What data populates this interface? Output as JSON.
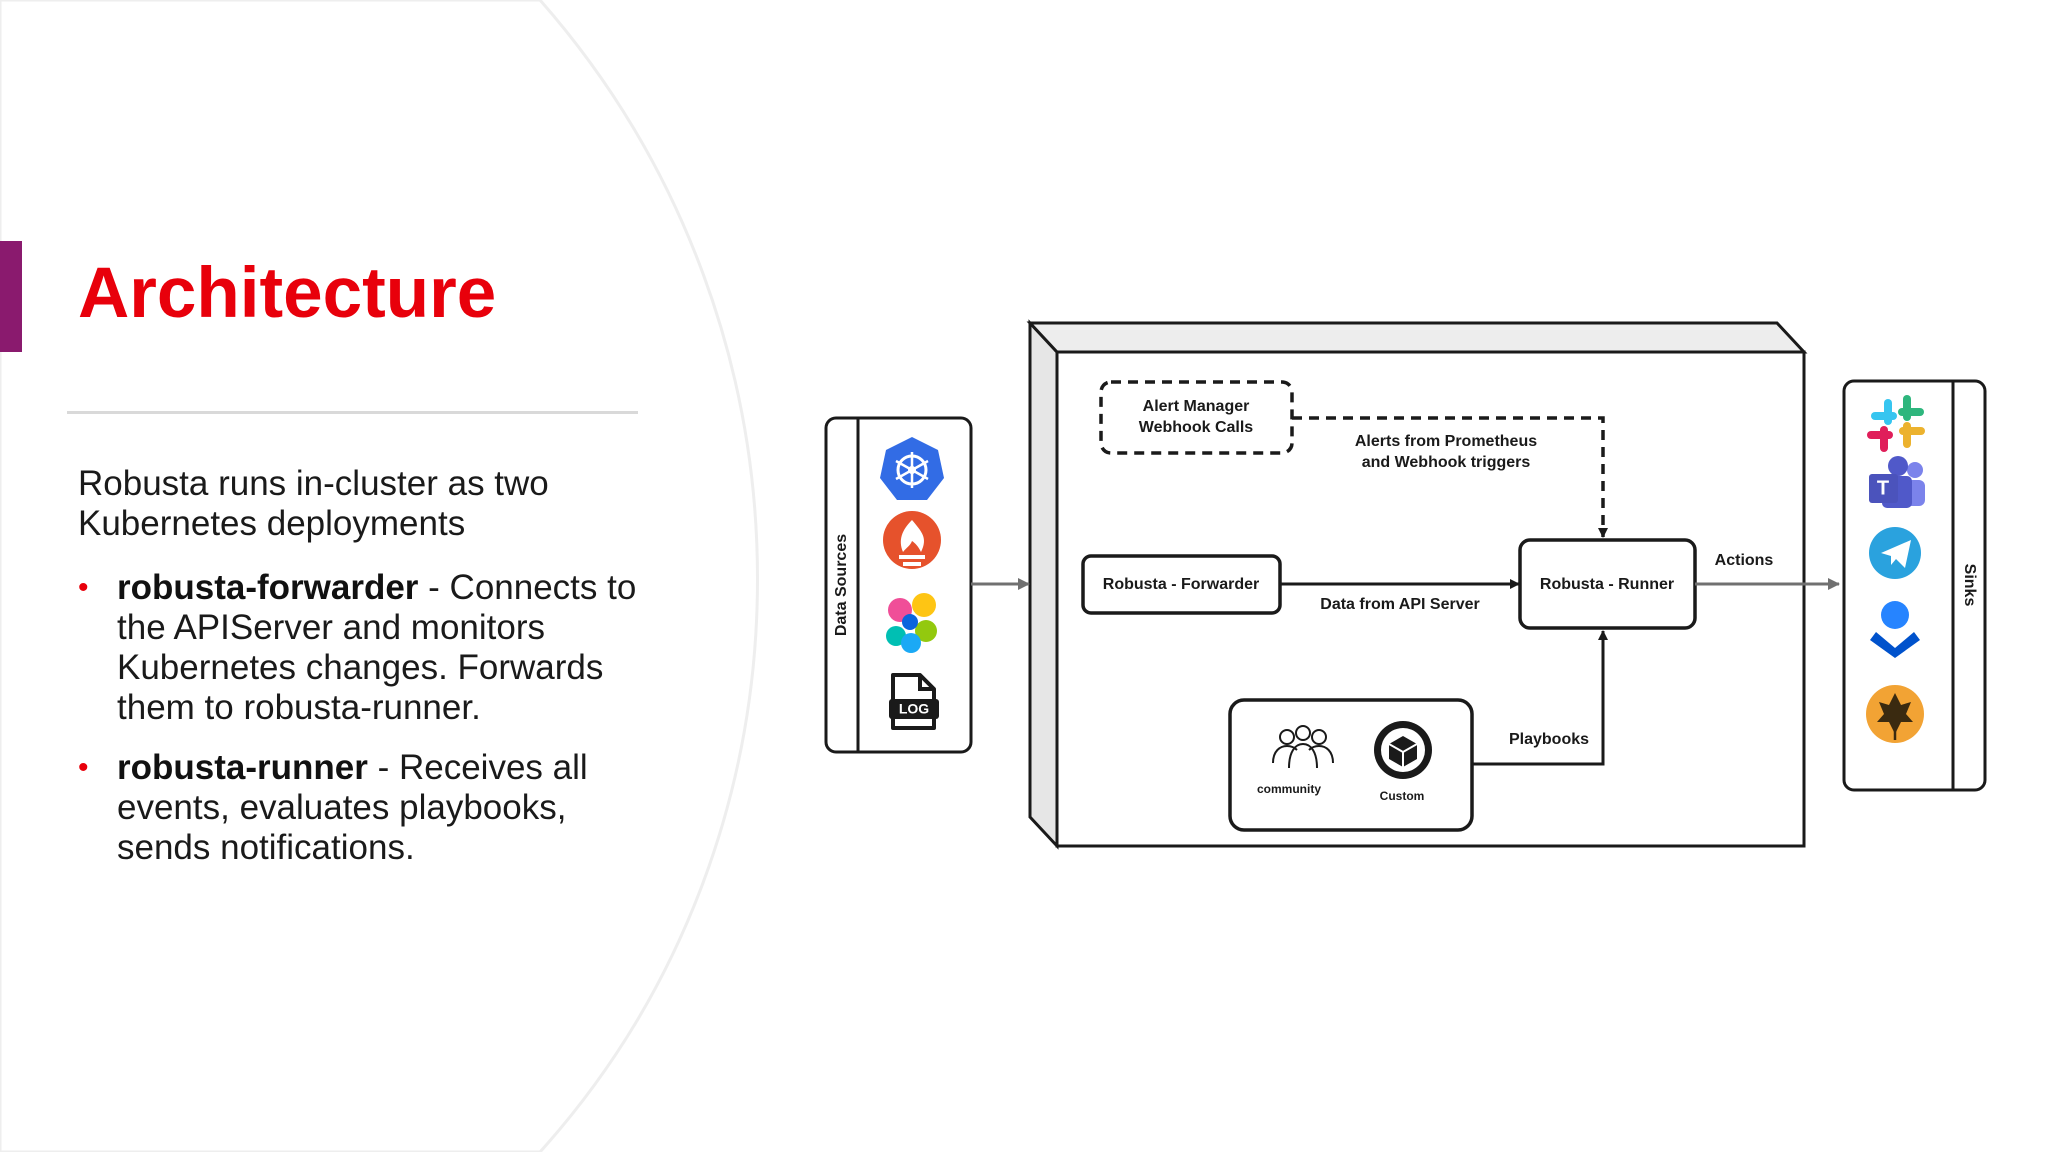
{
  "slide": {
    "title": "Architecture",
    "intro": "Robusta runs in-cluster as two Kubernetes deployments",
    "bullets": [
      {
        "term": "robusta-forwarder",
        "text": " - Connects to the APIServer and monitors Kubernetes changes. Forwards them to robusta-runner."
      },
      {
        "term": "robusta-runner",
        "text": " - Receives all events, evaluates playbooks, sends notifications."
      }
    ],
    "bullet_glyph": "•"
  },
  "colors": {
    "title_red": "#e8000b",
    "accent_purple": "#8a1a6e",
    "line_dark": "#1a1a1a",
    "arrow_gray": "#707070",
    "kubernetes_blue": "#326ce5",
    "prometheus_orange": "#e6522c",
    "telegram_blue": "#2aa2de",
    "opsgenie_blue": "#2684ff",
    "pager_orange": "#f2a334"
  },
  "diagram": {
    "data_sources_label": "Data Sources",
    "sinks_label": "Sinks",
    "alert_manager_line1": "Alert Manager",
    "alert_manager_line2": "Webhook Calls",
    "alerts_line1": "Alerts from Prometheus",
    "alerts_line2": "and Webhook triggers",
    "forwarder_label": "Robusta - Forwarder",
    "runner_label": "Robusta - Runner",
    "api_label": "Data from API Server",
    "actions_label": "Actions",
    "playbooks_label": "Playbooks",
    "community_label": "community",
    "custom_label": "Custom",
    "log_icon_text": "LOG",
    "teams_icon_text": "T",
    "source_icons": [
      "kubernetes-icon",
      "prometheus-icon",
      "elastic-icon",
      "log-file-icon"
    ],
    "sink_icons": [
      "slack-icon",
      "teams-icon",
      "telegram-icon",
      "opsgenie-icon",
      "pager-icon"
    ]
  }
}
